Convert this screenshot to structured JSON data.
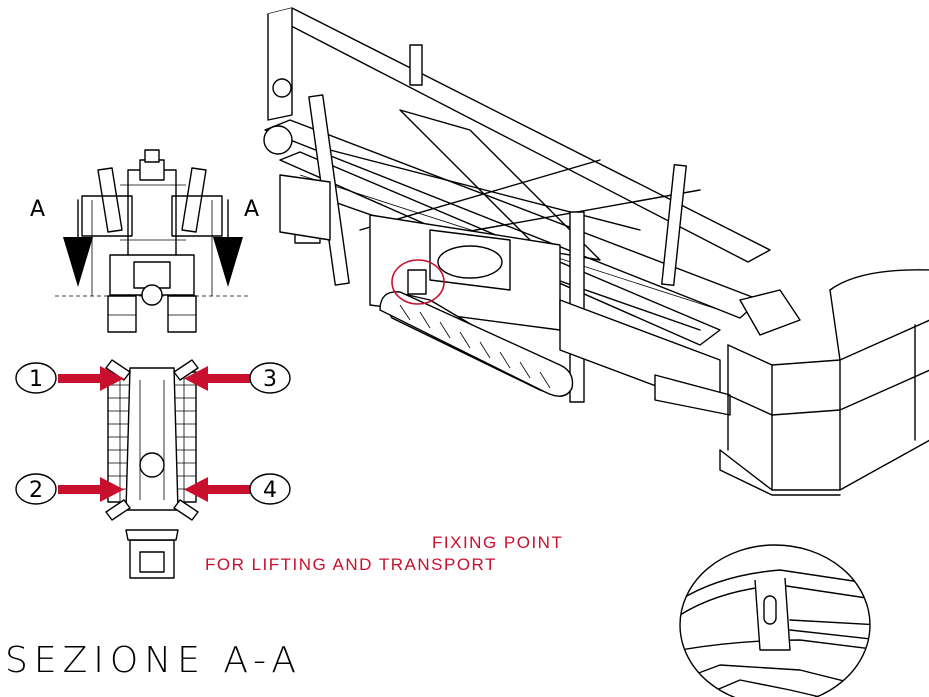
{
  "section_marker_left": "A",
  "section_marker_right": "A",
  "callouts": [
    "1",
    "2",
    "3",
    "4"
  ],
  "fixing_point_line1": "FIXING POINT",
  "fixing_point_line2": "FOR LIFTING AND TRANSPORT",
  "section_title": "SEZIONE A-A",
  "colors": {
    "line": "#000000",
    "highlight": "#c8102e",
    "background": "#ffffff"
  }
}
